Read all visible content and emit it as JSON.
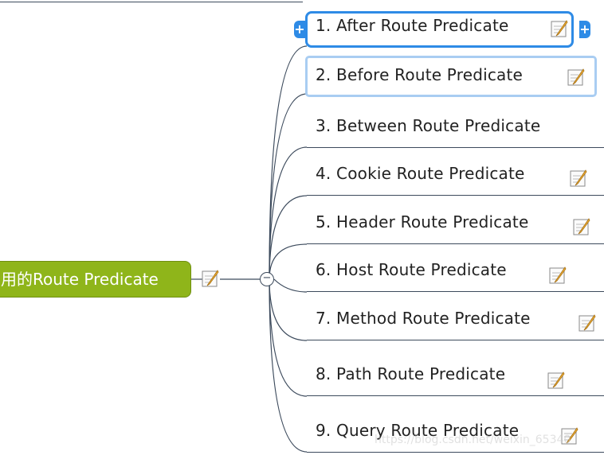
{
  "central": {
    "label": "用的Route Predicate"
  },
  "branches": [
    {
      "label": "1. After Route Predicate",
      "has_note": true
    },
    {
      "label": "2. Before Route Predicate",
      "has_note": true
    },
    {
      "label": "3. Between Route Predicate",
      "has_note": false
    },
    {
      "label": "4. Cookie Route Predicate",
      "has_note": true
    },
    {
      "label": "5. Header Route Predicate",
      "has_note": true
    },
    {
      "label": "6. Host Route Predicate",
      "has_note": true
    },
    {
      "label": "7. Method Route Predicate",
      "has_note": true
    },
    {
      "label": "8. Path Route Predicate",
      "has_note": true
    },
    {
      "label": "9. Query Route Predicate",
      "has_note": true
    }
  ],
  "collapse_symbol": "−",
  "add_symbol": "+",
  "watermark": "https://blog.csdn.net/weixin_65340",
  "colors": {
    "central_fill": "#8fb51a",
    "line": "#3c4a5c",
    "selection": "#2e8be6",
    "hover": "#a9cdf2"
  },
  "icons": {
    "note": "note-icon",
    "collapse": "collapse-icon",
    "add": "add-topic-icon"
  }
}
